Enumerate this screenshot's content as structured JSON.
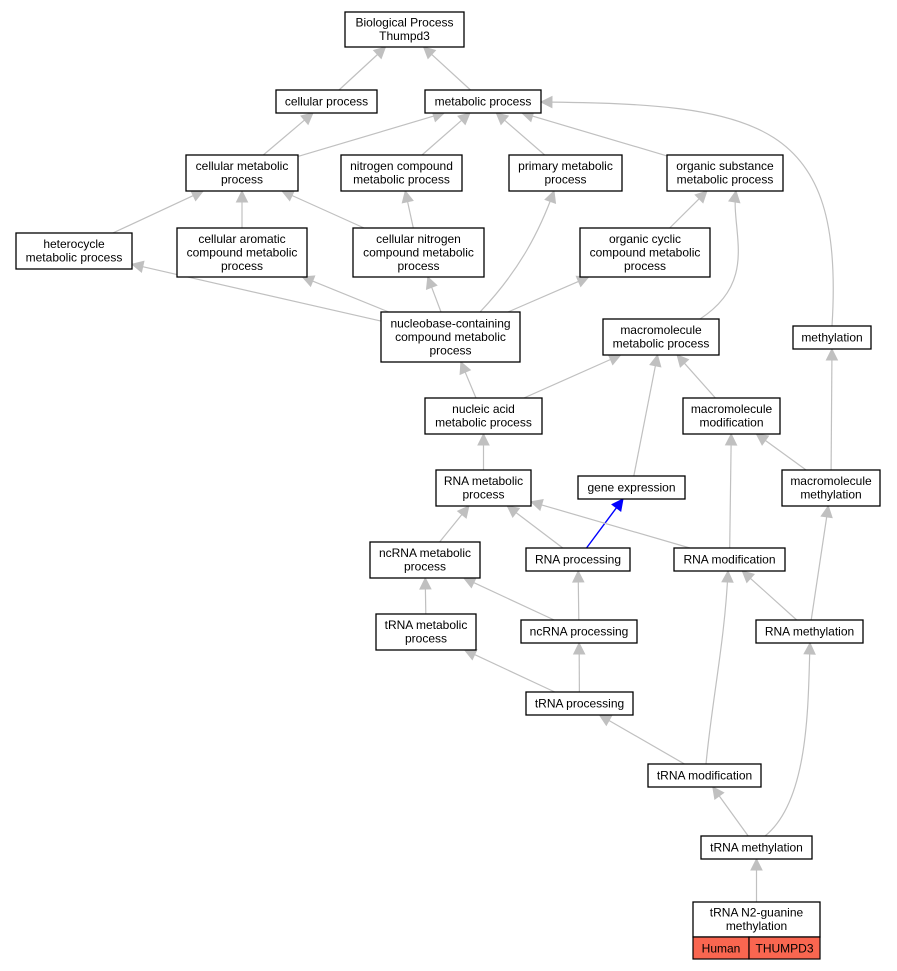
{
  "graph": {
    "nodes": [
      {
        "id": "bp",
        "lines": [
          "Biological Process",
          "Thumpd3"
        ]
      },
      {
        "id": "cellular_process",
        "lines": [
          "cellular process"
        ]
      },
      {
        "id": "metabolic_process",
        "lines": [
          "metabolic process"
        ]
      },
      {
        "id": "cellular_metabolic",
        "lines": [
          "cellular metabolic",
          "process"
        ]
      },
      {
        "id": "nitrogen_compound",
        "lines": [
          "nitrogen compound",
          "metabolic process"
        ]
      },
      {
        "id": "primary_metabolic",
        "lines": [
          "primary metabolic",
          "process"
        ]
      },
      {
        "id": "organic_substance",
        "lines": [
          "organic substance",
          "metabolic process"
        ]
      },
      {
        "id": "heterocycle",
        "lines": [
          "heterocycle",
          "metabolic process"
        ]
      },
      {
        "id": "cellular_aromatic",
        "lines": [
          "cellular aromatic",
          "compound metabolic",
          "process"
        ]
      },
      {
        "id": "cellular_nitrogen",
        "lines": [
          "cellular nitrogen",
          "compound metabolic",
          "process"
        ]
      },
      {
        "id": "organic_cyclic",
        "lines": [
          "organic cyclic",
          "compound metabolic",
          "process"
        ]
      },
      {
        "id": "nucleobase",
        "lines": [
          "nucleobase-containing",
          "compound metabolic",
          "process"
        ]
      },
      {
        "id": "macromolecule_metabolic",
        "lines": [
          "macromolecule",
          "metabolic process"
        ]
      },
      {
        "id": "methylation",
        "lines": [
          "methylation"
        ]
      },
      {
        "id": "nucleic_acid",
        "lines": [
          "nucleic acid",
          "metabolic process"
        ]
      },
      {
        "id": "macromolecule_modification",
        "lines": [
          "macromolecule",
          "modification"
        ]
      },
      {
        "id": "rna_metabolic",
        "lines": [
          "RNA metabolic",
          "process"
        ]
      },
      {
        "id": "gene_expression",
        "lines": [
          "gene expression"
        ]
      },
      {
        "id": "macromolecule_methylation",
        "lines": [
          "macromolecule",
          "methylation"
        ]
      },
      {
        "id": "ncrna_metabolic",
        "lines": [
          "ncRNA metabolic",
          "process"
        ]
      },
      {
        "id": "rna_processing",
        "lines": [
          "RNA processing"
        ]
      },
      {
        "id": "rna_modification",
        "lines": [
          "RNA modification"
        ]
      },
      {
        "id": "trna_metabolic",
        "lines": [
          "tRNA metabolic",
          "process"
        ]
      },
      {
        "id": "ncrna_processing",
        "lines": [
          "ncRNA processing"
        ]
      },
      {
        "id": "rna_methylation",
        "lines": [
          "RNA methylation"
        ]
      },
      {
        "id": "trna_processing",
        "lines": [
          "tRNA processing"
        ]
      },
      {
        "id": "trna_modification",
        "lines": [
          "tRNA modification"
        ]
      },
      {
        "id": "trna_methylation",
        "lines": [
          "tRNA methylation"
        ]
      },
      {
        "id": "trna_n2",
        "lines": [
          "tRNA N2-guanine",
          "methylation"
        ]
      }
    ],
    "edges": [
      {
        "from": "cellular_process",
        "to": "bp"
      },
      {
        "from": "metabolic_process",
        "to": "bp"
      },
      {
        "from": "cellular_metabolic",
        "to": "cellular_process"
      },
      {
        "from": "cellular_metabolic",
        "to": "metabolic_process"
      },
      {
        "from": "nitrogen_compound",
        "to": "metabolic_process"
      },
      {
        "from": "primary_metabolic",
        "to": "metabolic_process"
      },
      {
        "from": "organic_substance",
        "to": "metabolic_process"
      },
      {
        "from": "methylation",
        "to": "metabolic_process"
      },
      {
        "from": "heterocycle",
        "to": "cellular_metabolic"
      },
      {
        "from": "cellular_aromatic",
        "to": "cellular_metabolic"
      },
      {
        "from": "cellular_nitrogen",
        "to": "cellular_metabolic"
      },
      {
        "from": "cellular_nitrogen",
        "to": "nitrogen_compound"
      },
      {
        "from": "organic_cyclic",
        "to": "organic_substance"
      },
      {
        "from": "macromolecule_metabolic",
        "to": "organic_substance"
      },
      {
        "from": "nucleobase",
        "to": "heterocycle"
      },
      {
        "from": "nucleobase",
        "to": "cellular_aromatic"
      },
      {
        "from": "nucleobase",
        "to": "cellular_nitrogen"
      },
      {
        "from": "nucleobase",
        "to": "primary_metabolic"
      },
      {
        "from": "nucleobase",
        "to": "organic_cyclic"
      },
      {
        "from": "nucleic_acid",
        "to": "nucleobase"
      },
      {
        "from": "nucleic_acid",
        "to": "macromolecule_metabolic"
      },
      {
        "from": "macromolecule_modification",
        "to": "macromolecule_metabolic"
      },
      {
        "from": "gene_expression",
        "to": "macromolecule_metabolic"
      },
      {
        "from": "macromolecule_methylation",
        "to": "methylation"
      },
      {
        "from": "macromolecule_methylation",
        "to": "macromolecule_modification"
      },
      {
        "from": "rna_metabolic",
        "to": "nucleic_acid"
      },
      {
        "from": "ncrna_metabolic",
        "to": "rna_metabolic"
      },
      {
        "from": "rna_processing",
        "to": "rna_metabolic"
      },
      {
        "from": "rna_processing",
        "to": "gene_expression",
        "highlight": true
      },
      {
        "from": "rna_modification",
        "to": "rna_metabolic"
      },
      {
        "from": "rna_modification",
        "to": "macromolecule_modification"
      },
      {
        "from": "trna_metabolic",
        "to": "ncrna_metabolic"
      },
      {
        "from": "ncrna_processing",
        "to": "ncrna_metabolic"
      },
      {
        "from": "ncrna_processing",
        "to": "rna_processing"
      },
      {
        "from": "rna_methylation",
        "to": "rna_modification"
      },
      {
        "from": "rna_methylation",
        "to": "macromolecule_methylation"
      },
      {
        "from": "trna_processing",
        "to": "trna_metabolic"
      },
      {
        "from": "trna_processing",
        "to": "ncrna_processing"
      },
      {
        "from": "trna_modification",
        "to": "trna_processing"
      },
      {
        "from": "trna_modification",
        "to": "rna_modification"
      },
      {
        "from": "trna_methylation",
        "to": "trna_modification"
      },
      {
        "from": "trna_methylation",
        "to": "rna_methylation"
      },
      {
        "from": "trna_n2",
        "to": "trna_methylation"
      }
    ],
    "annotation": {
      "node": "trna_n2",
      "species": "Human",
      "gene": "THUMPD3",
      "color": "#f96650"
    }
  },
  "colors": {
    "edge": "#c0c0c0",
    "highlight_edge": "#0000ff",
    "node_border": "#000000"
  }
}
